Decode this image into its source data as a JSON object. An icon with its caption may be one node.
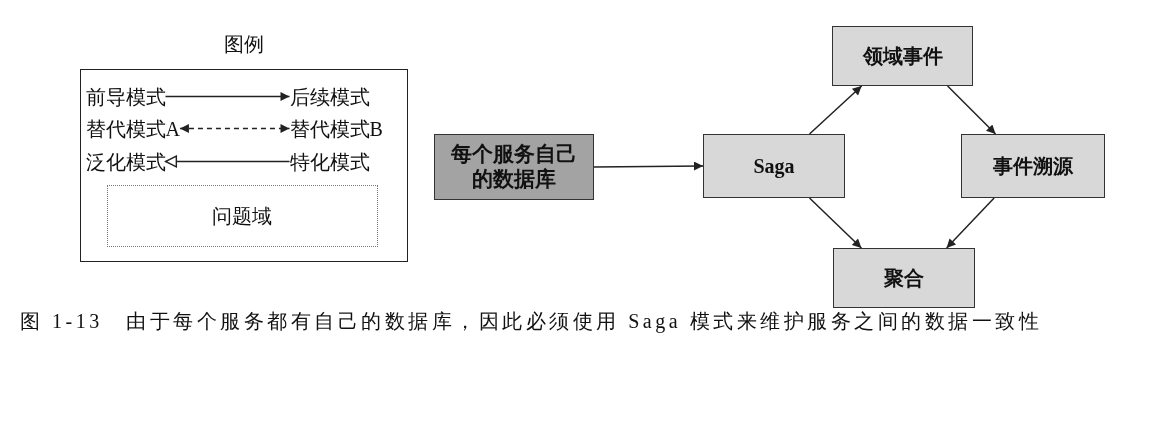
{
  "diagram": {
    "nodes": [
      {
        "text": [
          "图例"
        ]
      },
      {
        "text": [
          "前导模式"
        ],
        "in": 0
      },
      {
        "text": [
          "后续模式"
        ],
        "in": 0
      },
      {
        "text": [
          "替代模式A"
        ],
        "in": 0
      },
      {
        "text": [
          "替代模式B"
        ],
        "in": 0
      },
      {
        "text": [
          "泛化模式"
        ],
        "in": 0
      },
      {
        "text": [
          "特化模式"
        ],
        "in": 0
      },
      {
        "text": [
          "问题域"
        ],
        "in": 0
      },
      {
        "text": [
          "每个服务自己的数据库"
        ]
      },
      {
        "text": [
          "Saga"
        ]
      },
      {
        "text": [
          "领域事件"
        ]
      },
      {
        "text": [
          "事件溯源"
        ]
      },
      {
        "text": [
          "聚合"
        ]
      }
    ],
    "edges": [
      {
        "from": 1,
        "to": 2,
        "arrow": "to"
      },
      {
        "from": 3,
        "to": 4,
        "arrow": "both",
        "style": "dashed"
      },
      {
        "from": 6,
        "to": 5,
        "arrow": "to"
      },
      {
        "from": 8,
        "to": 9,
        "arrow": "to"
      },
      {
        "from": 9,
        "to": 10,
        "arrow": "to"
      },
      {
        "from": 10,
        "to": 11,
        "arrow": "to"
      },
      {
        "from": 9,
        "to": 12,
        "arrow": "to"
      },
      {
        "from": 11,
        "to": 12,
        "arrow": "to"
      }
    ],
    "caption": "图 1-13　由于每个服务都有自己的数据库，因此必须使用 Saga 模式来维护服务之间的数据一致性"
  }
}
